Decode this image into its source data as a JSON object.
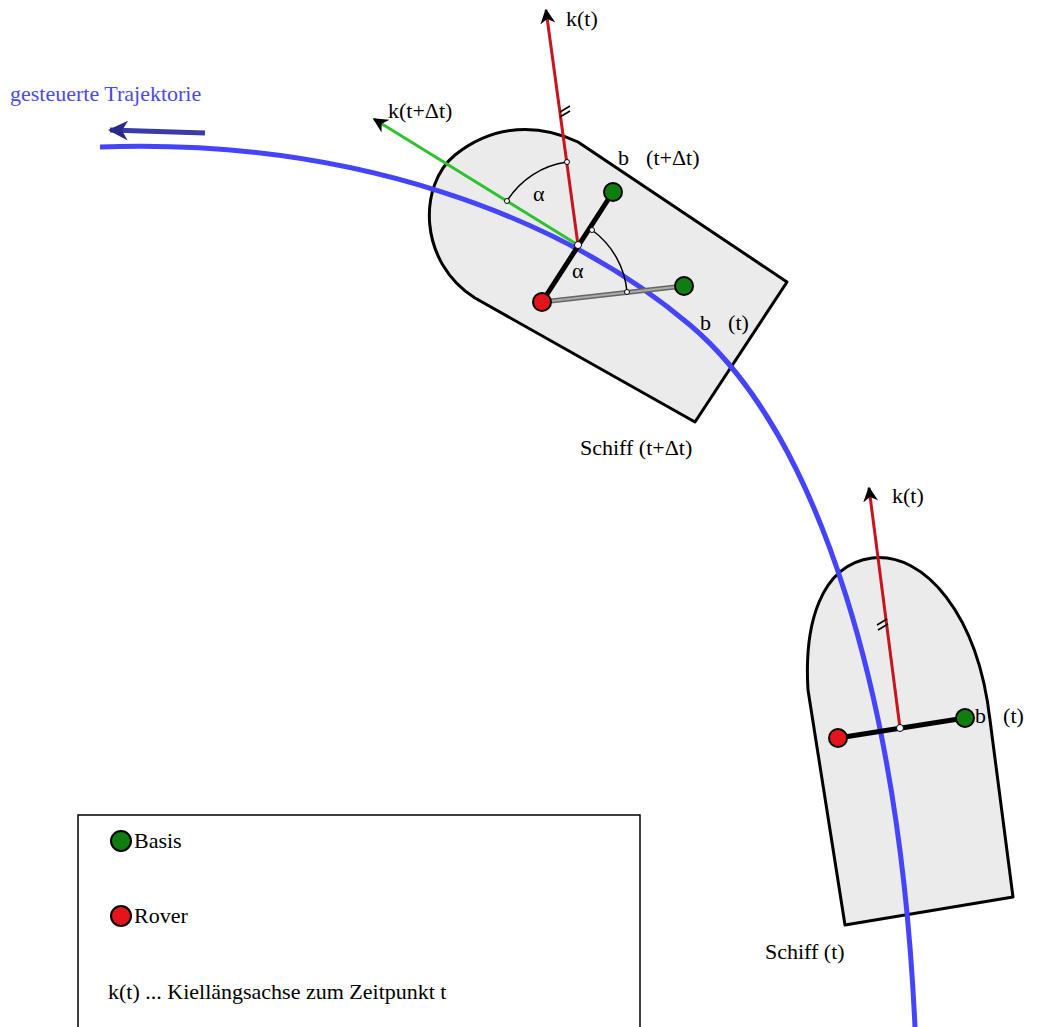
{
  "diagram": {
    "labels": [
      "gesteuerte Trajektorie",
      "k(t)",
      "k(t+Δt)",
      "b⃗(t+Δt)",
      "α",
      "α",
      "b⃗(t)",
      "Schiff (t+Δt)",
      "k(t)",
      "b⃗(t)",
      "Schiff (t)"
    ],
    "legend": [
      {
        "text": "Basis",
        "color": "#0f7d0f"
      },
      {
        "text": "Rover",
        "color": "#e3141a"
      },
      {
        "text": "k(t) ... Kiellängsachse zum Zeitpunkt t"
      }
    ]
  }
}
